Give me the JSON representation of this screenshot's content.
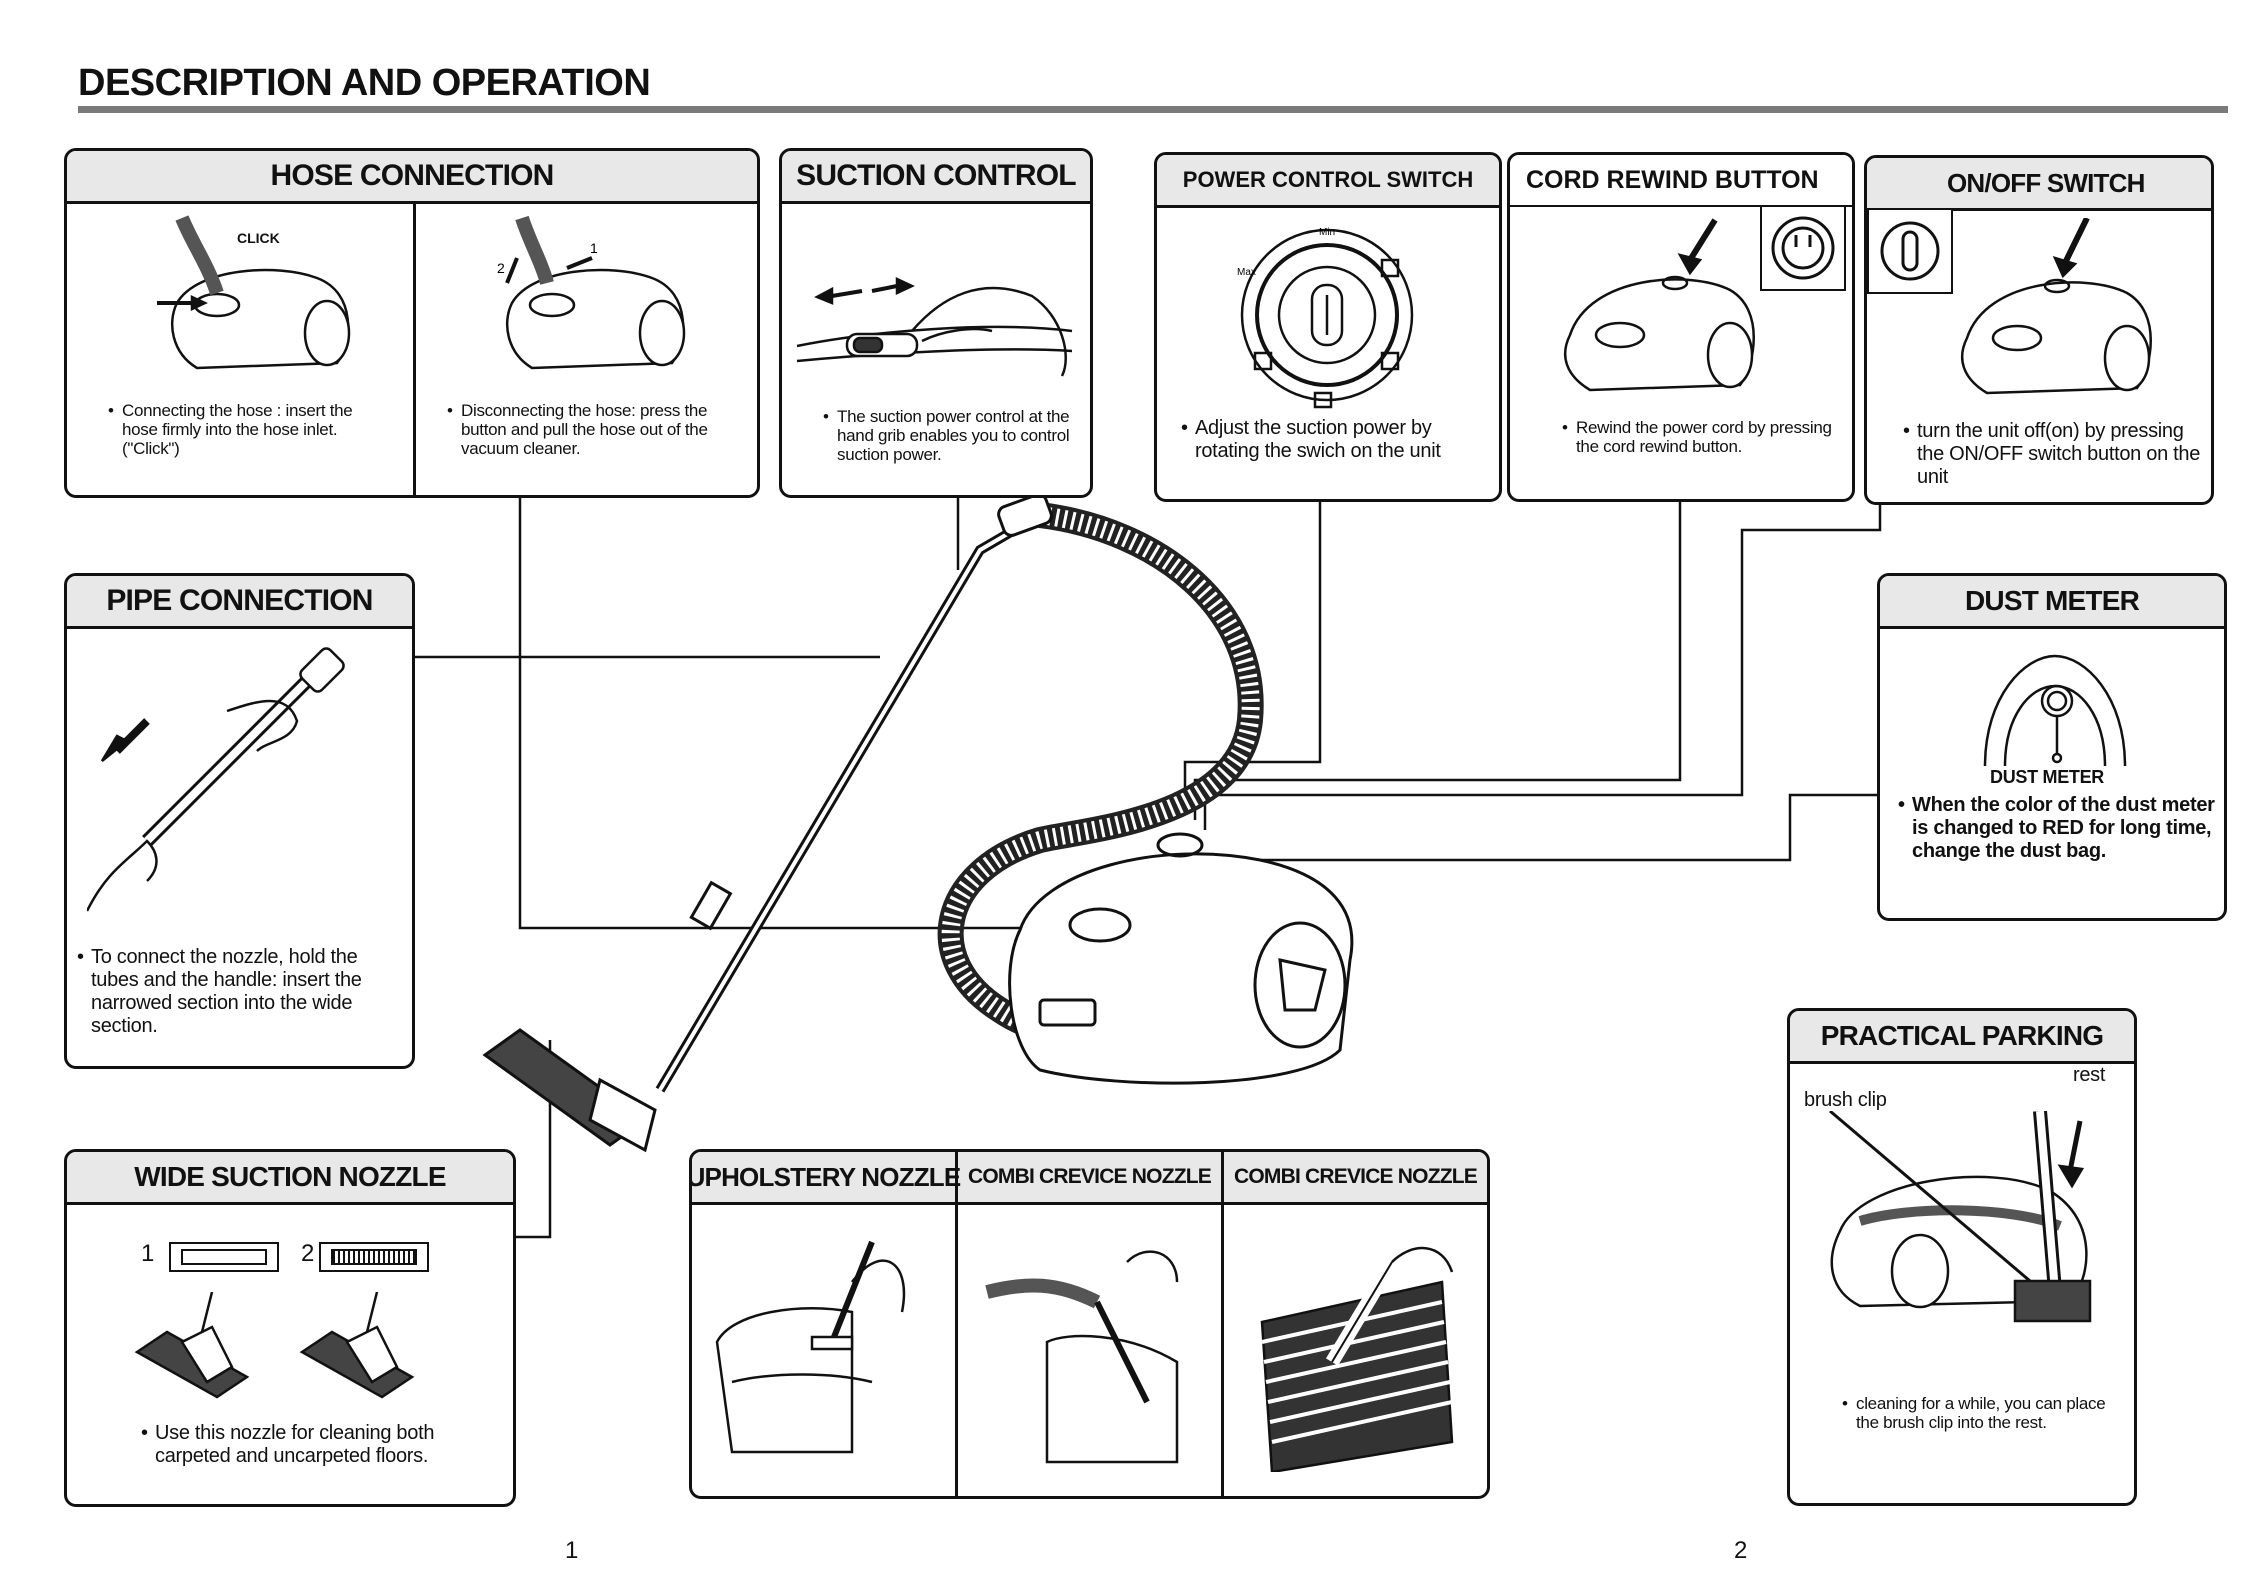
{
  "page": {
    "title": "DESCRIPTION AND OPERATION",
    "page_left": "1",
    "page_right": "2"
  },
  "hose_connection": {
    "title": "HOSE CONNECTION",
    "click_label": "CLICK",
    "step1": "1",
    "step2": "2",
    "caption_left": "Connecting the hose : insert the hose firmly into the hose inlet. (\"Click\")",
    "caption_right": "Disconnecting the hose: press the button and pull the hose out of the vacuum cleaner."
  },
  "suction_control": {
    "title": "SUCTION CONTROL",
    "caption": "The suction power control at the hand grib enables you to control suction power."
  },
  "power_control": {
    "title": "POWER CONTROL SWITCH",
    "dial_min": "Min",
    "dial_max": "Max",
    "caption": "Adjust the suction power by rotating the swich on the unit"
  },
  "cord_rewind": {
    "title": "CORD REWIND BUTTON",
    "caption": "Rewind the power cord by pressing the cord rewind button."
  },
  "onoff": {
    "title": "ON/OFF SWITCH",
    "caption": "turn the unit off(on) by pressing the ON/OFF switch button on the unit"
  },
  "pipe_connection": {
    "title": "PIPE CONNECTION",
    "caption": "To connect the nozzle, hold the tubes and the handle: insert the narrowed section into the wide section."
  },
  "dust_meter": {
    "title": "DUST METER",
    "label": "DUST METER",
    "caption": "When the color of the dust meter is changed to RED for long time, change the dust bag."
  },
  "wide_nozzle": {
    "title": "WIDE SUCTION NOZZLE",
    "pos1": "1",
    "pos2": "2",
    "caption": "Use this nozzle for cleaning both carpeted and uncarpeted floors."
  },
  "nozzles": {
    "upholstery": "UPHOLSTERY NOZZLE",
    "combi1": "COMBI CREVICE NOZZLE",
    "combi2": "COMBI CREVICE NOZZLE"
  },
  "parking": {
    "title": "PRACTICAL PARKING",
    "rest_label": "rest",
    "brush_clip_label": "brush clip",
    "caption": "cleaning for a while, you can place the brush clip into the rest."
  }
}
